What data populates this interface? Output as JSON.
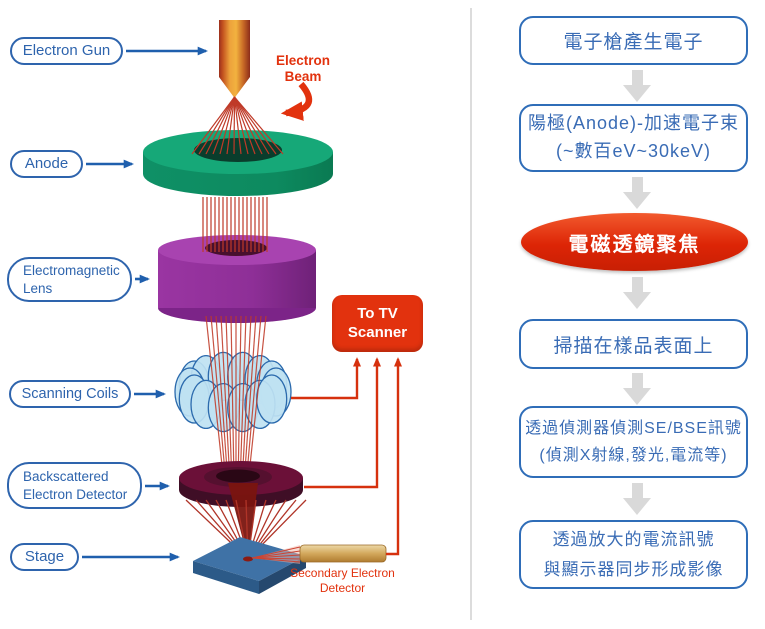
{
  "sem_diagram": {
    "labels": {
      "electron_gun": "Electron Gun",
      "anode": "Anode",
      "em_lens_line1": "Electromagnetic",
      "em_lens_line2": "Lens",
      "scanning_coils": "Scanning Coils",
      "bse_line1": "Backscattered",
      "bse_line2": "Electron Detector",
      "stage": "Stage"
    },
    "annotations": {
      "electron_beam_line1": "Electron",
      "electron_beam_line2": "Beam",
      "tv_scanner_line1": "To TV",
      "tv_scanner_line2": "Scanner",
      "se_detector_line1": "Secondary Electron",
      "se_detector_line2": "Detector"
    },
    "colors": {
      "label_blue": "#2e64ad",
      "beam_red": "#bf3a28",
      "signal_red": "#d6310e",
      "anode_green": "#16a878",
      "lens_purple": "#9a35a2",
      "coil_blue": "#bfe2f2",
      "bse_maroon": "#6b1038",
      "stage_blue": "#3f72a6",
      "gun_orange": "#eda23c",
      "se_detector_tan": "#d3a85c"
    }
  },
  "flowchart": {
    "steps": [
      {
        "type": "box",
        "lines": [
          "電子槍產生電子"
        ]
      },
      {
        "type": "box",
        "lines": [
          "陽極(Anode)-加速電子束",
          "(~數百eV~30keV)"
        ]
      },
      {
        "type": "ellipse",
        "lines": [
          "電磁透鏡聚焦"
        ]
      },
      {
        "type": "box",
        "lines": [
          "掃描在樣品表面上"
        ]
      },
      {
        "type": "box",
        "lines": [
          "透過偵測器偵測SE/BSE訊號",
          "(偵測X射線,發光,電流等)"
        ]
      },
      {
        "type": "box",
        "lines": [
          "透過放大的電流訊號",
          "與顯示器同步形成影像"
        ]
      }
    ],
    "box_border_color": "#2f6db8",
    "box_text_color": "#3a6cb5",
    "ellipse_fill": "#dd2506",
    "ellipse_text_color": "#ffffff",
    "arrow_color": "#d9d9d9"
  }
}
